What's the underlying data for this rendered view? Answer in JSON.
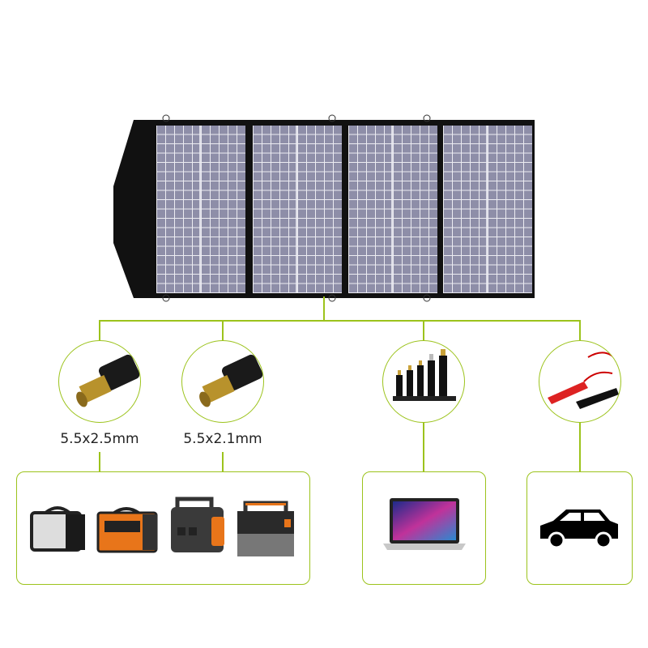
{
  "accent_color": "#9cc31c",
  "connectors": [
    {
      "label": "5.5x2.5mm",
      "icon": "dc-barrel-plug-icon"
    },
    {
      "label": "5.5x2.1mm",
      "icon": "dc-barrel-plug-icon"
    },
    {
      "label": "",
      "icon": "usb-multi-tip-adapters-icon"
    },
    {
      "label": "",
      "icon": "battery-clamps-icon"
    }
  ],
  "devices": [
    "portable-power-stations",
    "laptop",
    "car"
  ]
}
